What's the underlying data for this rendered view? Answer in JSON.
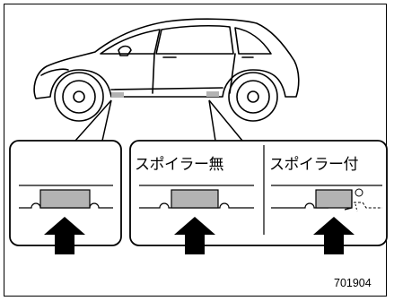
{
  "labels": {
    "without_spoiler": "スポイラー無",
    "with_spoiler": "スポイラー付"
  },
  "figure_code": "701904",
  "colors": {
    "line": "#000000",
    "jack_point": "#b3b3b3",
    "arrow": "#000000"
  },
  "icons": [
    "car-side-icon",
    "arrow-up-icon"
  ]
}
